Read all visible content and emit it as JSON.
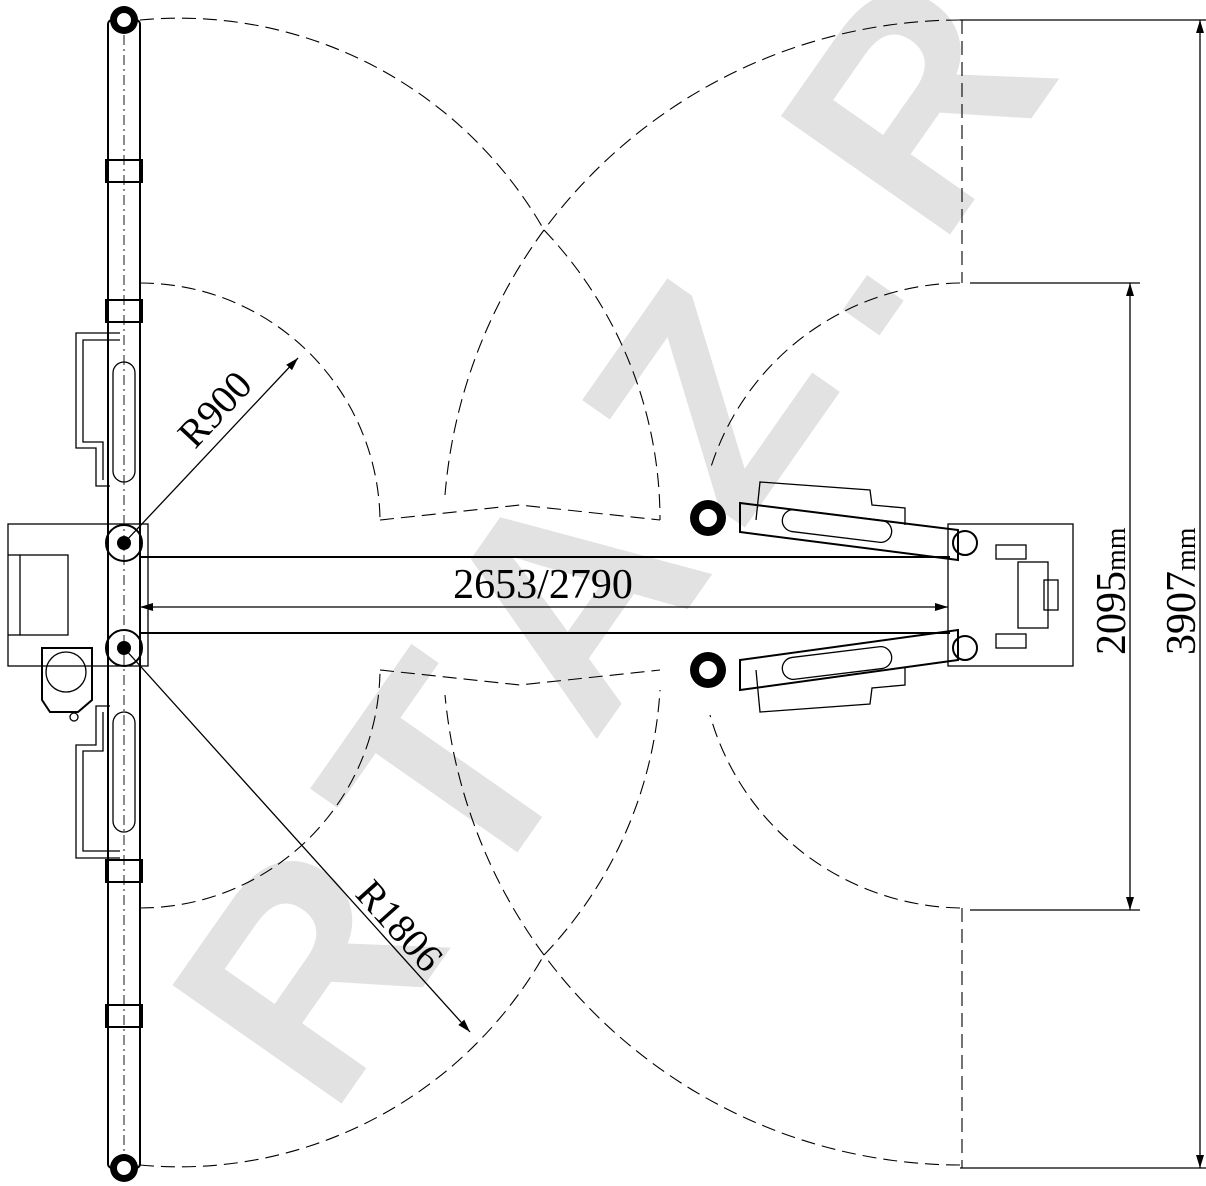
{
  "dimensions": {
    "width_between_columns": "2653/2790",
    "arm_radius_short": "R900",
    "arm_radius_long": "R1806",
    "inner_height": "2095",
    "inner_height_unit": "mm",
    "overall_height": "3907",
    "overall_height_unit": "mm"
  },
  "watermark": {
    "text": "RTAZ.RU",
    "color": "#d9d9d9"
  },
  "colors": {
    "line": "#000000",
    "background": "#ffffff"
  }
}
